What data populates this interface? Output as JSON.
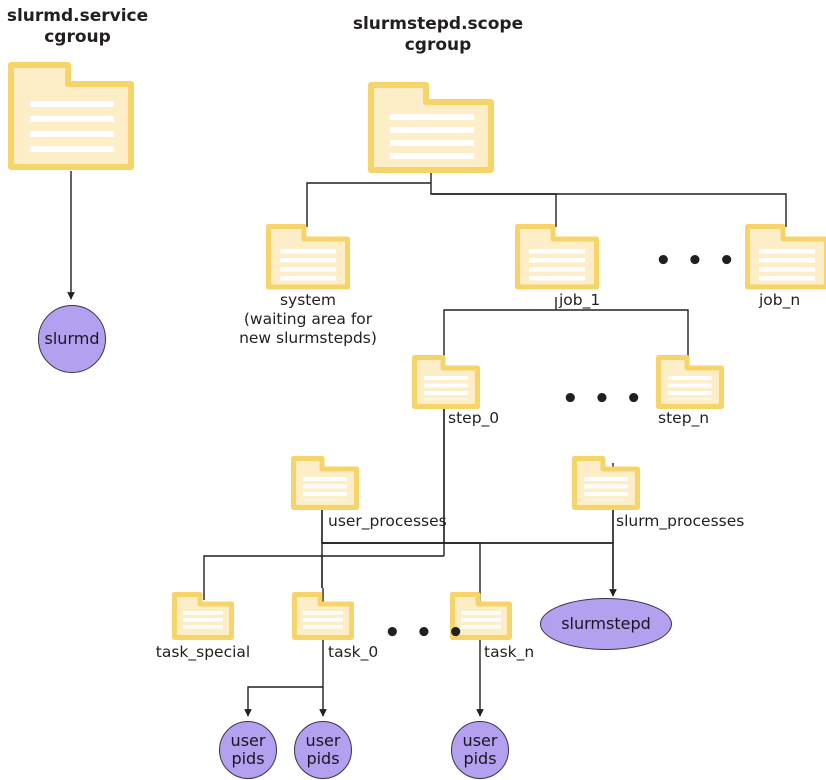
{
  "diagram": {
    "title_left": "slurmd.service\ncgroup",
    "title_right": "slurmstepd.scope\ncgroup",
    "colors": {
      "folder_fill": "#fdeec7",
      "folder_border": "#f6d469",
      "folder_stripe": "#ffffff",
      "process_fill": "#b3a0ef",
      "process_border": "#3b3248",
      "edge": "#231f20",
      "text": "#231f20",
      "background": "#ffffff"
    },
    "nodes": {
      "slurmd_cgroup_folder": "slurmd.service cgroup folder",
      "slurmstepd_cgroup_folder": "slurmstepd.scope cgroup folder",
      "system": "system\n(waiting area for\nnew slurmstepds)",
      "job_1": "job_1",
      "job_n": "job_n",
      "step_0": "step_0",
      "step_n": "step_n",
      "user_processes": "user_processes",
      "slurm_processes": "slurm_processes",
      "task_special": "task_special",
      "task_0": "task_0",
      "task_n": "task_n",
      "slurmd": "slurmd",
      "slurmstepd": "slurmstepd",
      "user_pids_a": "user\npids",
      "user_pids_b": "user\npids",
      "user_pids_c": "user\npids"
    },
    "ellipses": {
      "jobs": "• • •",
      "steps": "• • •",
      "tasks": "• • •"
    }
  }
}
